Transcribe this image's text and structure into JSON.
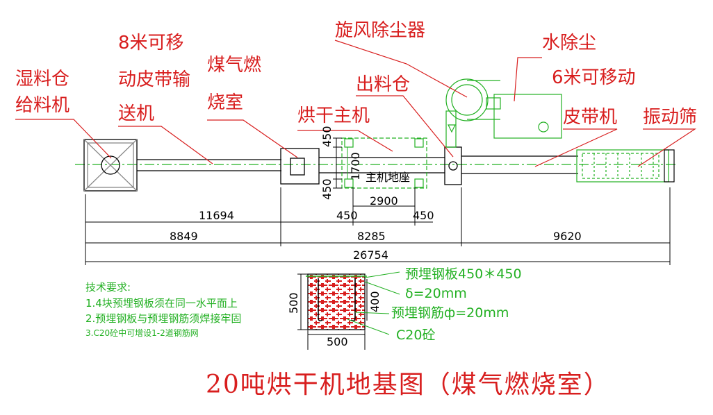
{
  "labels": {
    "wet_bin_1": "湿料仓",
    "wet_bin_2": "给料机",
    "conveyor8_1": "8米可移",
    "conveyor8_2": "动皮带输",
    "conveyor8_3": "送机",
    "gas_1": "煤气燃",
    "gas_2": "烧室",
    "dryer": "烘干主机",
    "outlet_bin": "出料仓",
    "cyclone": "旋风除尘器",
    "water": "水除尘",
    "conveyor6_1": "6米可移动",
    "conveyor6_2": "皮带机",
    "screen": "振动筛",
    "base": "主机地座"
  },
  "dimensions": {
    "d450_top": "450",
    "d1700": "1700",
    "d450_bottom": "450",
    "d2900": "2900",
    "d11694": "11694",
    "d450_left": "450",
    "d450_right": "450",
    "d8849": "8849",
    "d8285": "8285",
    "d9620": "9620",
    "d26754": "26754"
  },
  "detail": {
    "d500_side": "500",
    "d400": "400",
    "d500_bottom": "500",
    "plate_line1": "预埋钢板450＊450",
    "plate_line2": "δ=20mm",
    "rebar": "预埋钢筋ф=20mm",
    "concrete": "C20砼"
  },
  "notes": {
    "title": "技术要求:",
    "item1": "1.4块预埋钢板须在同一水平面上",
    "item2": "2.预埋钢板与预埋钢筋须焊接牢固",
    "item3": "3.C20砼中可增设1-2道钢筋网"
  },
  "title": "20吨烘干机地基图（煤气燃烧室）",
  "colors": {
    "equipment": "#22b022",
    "labels": "#d81e1e",
    "dimensions": "#000000"
  }
}
